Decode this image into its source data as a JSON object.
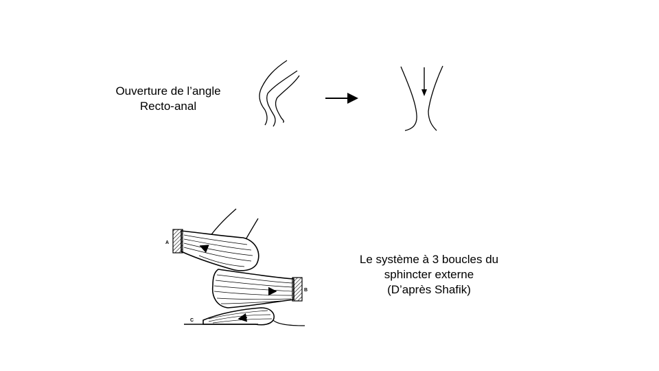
{
  "angle_label": {
    "line1": "Ouverture de l’angle",
    "line2": "Recto-anal"
  },
  "loops_label": {
    "line1": "Le système à 3 boucles du",
    "line2": "sphincter externe",
    "line3": "(D’après Shafik)"
  },
  "figure_letters": {
    "a": "A",
    "b": "B",
    "c": "C"
  }
}
